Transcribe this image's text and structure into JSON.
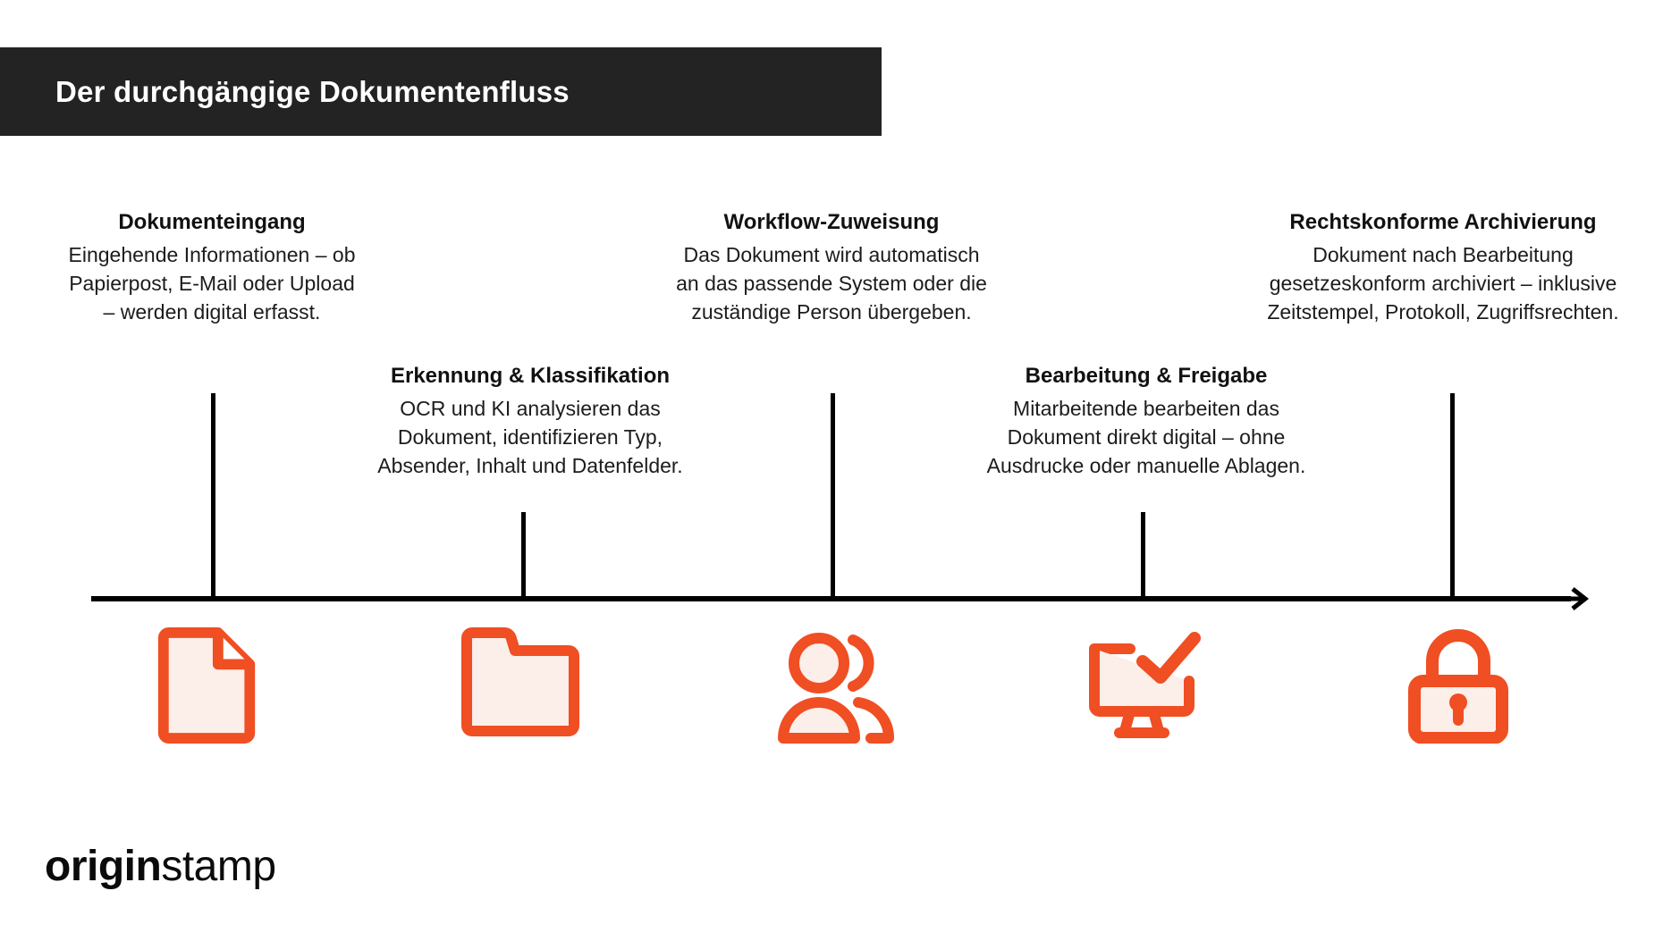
{
  "header": {
    "title": "Der durchgängige Dokumentenfluss",
    "bar_color": "#232323",
    "text_color": "#ffffff"
  },
  "theme": {
    "accent": "#F04E23",
    "accent_fill": "#FCEEE8",
    "axis_color": "#000000",
    "background": "#ffffff",
    "text_color": "#1a1a1a"
  },
  "timeline": {
    "orientation": "horizontal",
    "arrow_direction": "right",
    "steps": [
      {
        "index": 1,
        "title": "Dokumenteingang",
        "description": "Eingehende Informationen – ob\nPapierpost, E-Mail oder Upload\n– werden digital erfasst.",
        "label_position": "above",
        "icon": "document-icon"
      },
      {
        "index": 2,
        "title": "Erkennung & Klassifikation",
        "description": "OCR und KI analysieren das\nDokument, identifizieren Typ,\nAbsender, Inhalt und Datenfelder.",
        "label_position": "below",
        "icon": "folder-icon"
      },
      {
        "index": 3,
        "title": "Workflow-Zuweisung",
        "description": "Das Dokument wird automatisch\nan das passende System oder die\nzuständige Person übergeben.",
        "label_position": "above",
        "icon": "people-icon"
      },
      {
        "index": 4,
        "title": "Bearbeitung & Freigabe",
        "description": "Mitarbeitende bearbeiten das\nDokument direkt digital – ohne\nAusdrucke oder manuelle Ablagen.",
        "label_position": "below",
        "icon": "monitor-check-icon"
      },
      {
        "index": 5,
        "title": "Rechtskonforme Archivierung",
        "description": "Dokument nach Bearbeitung\ngesetzeskonform archiviert – inklusive\nZeitstempel, Protokoll, Zugriffsrechten.",
        "label_position": "above",
        "icon": "lock-icon"
      }
    ]
  },
  "logo": {
    "part_bold": "origin",
    "part_light": "stamp"
  }
}
